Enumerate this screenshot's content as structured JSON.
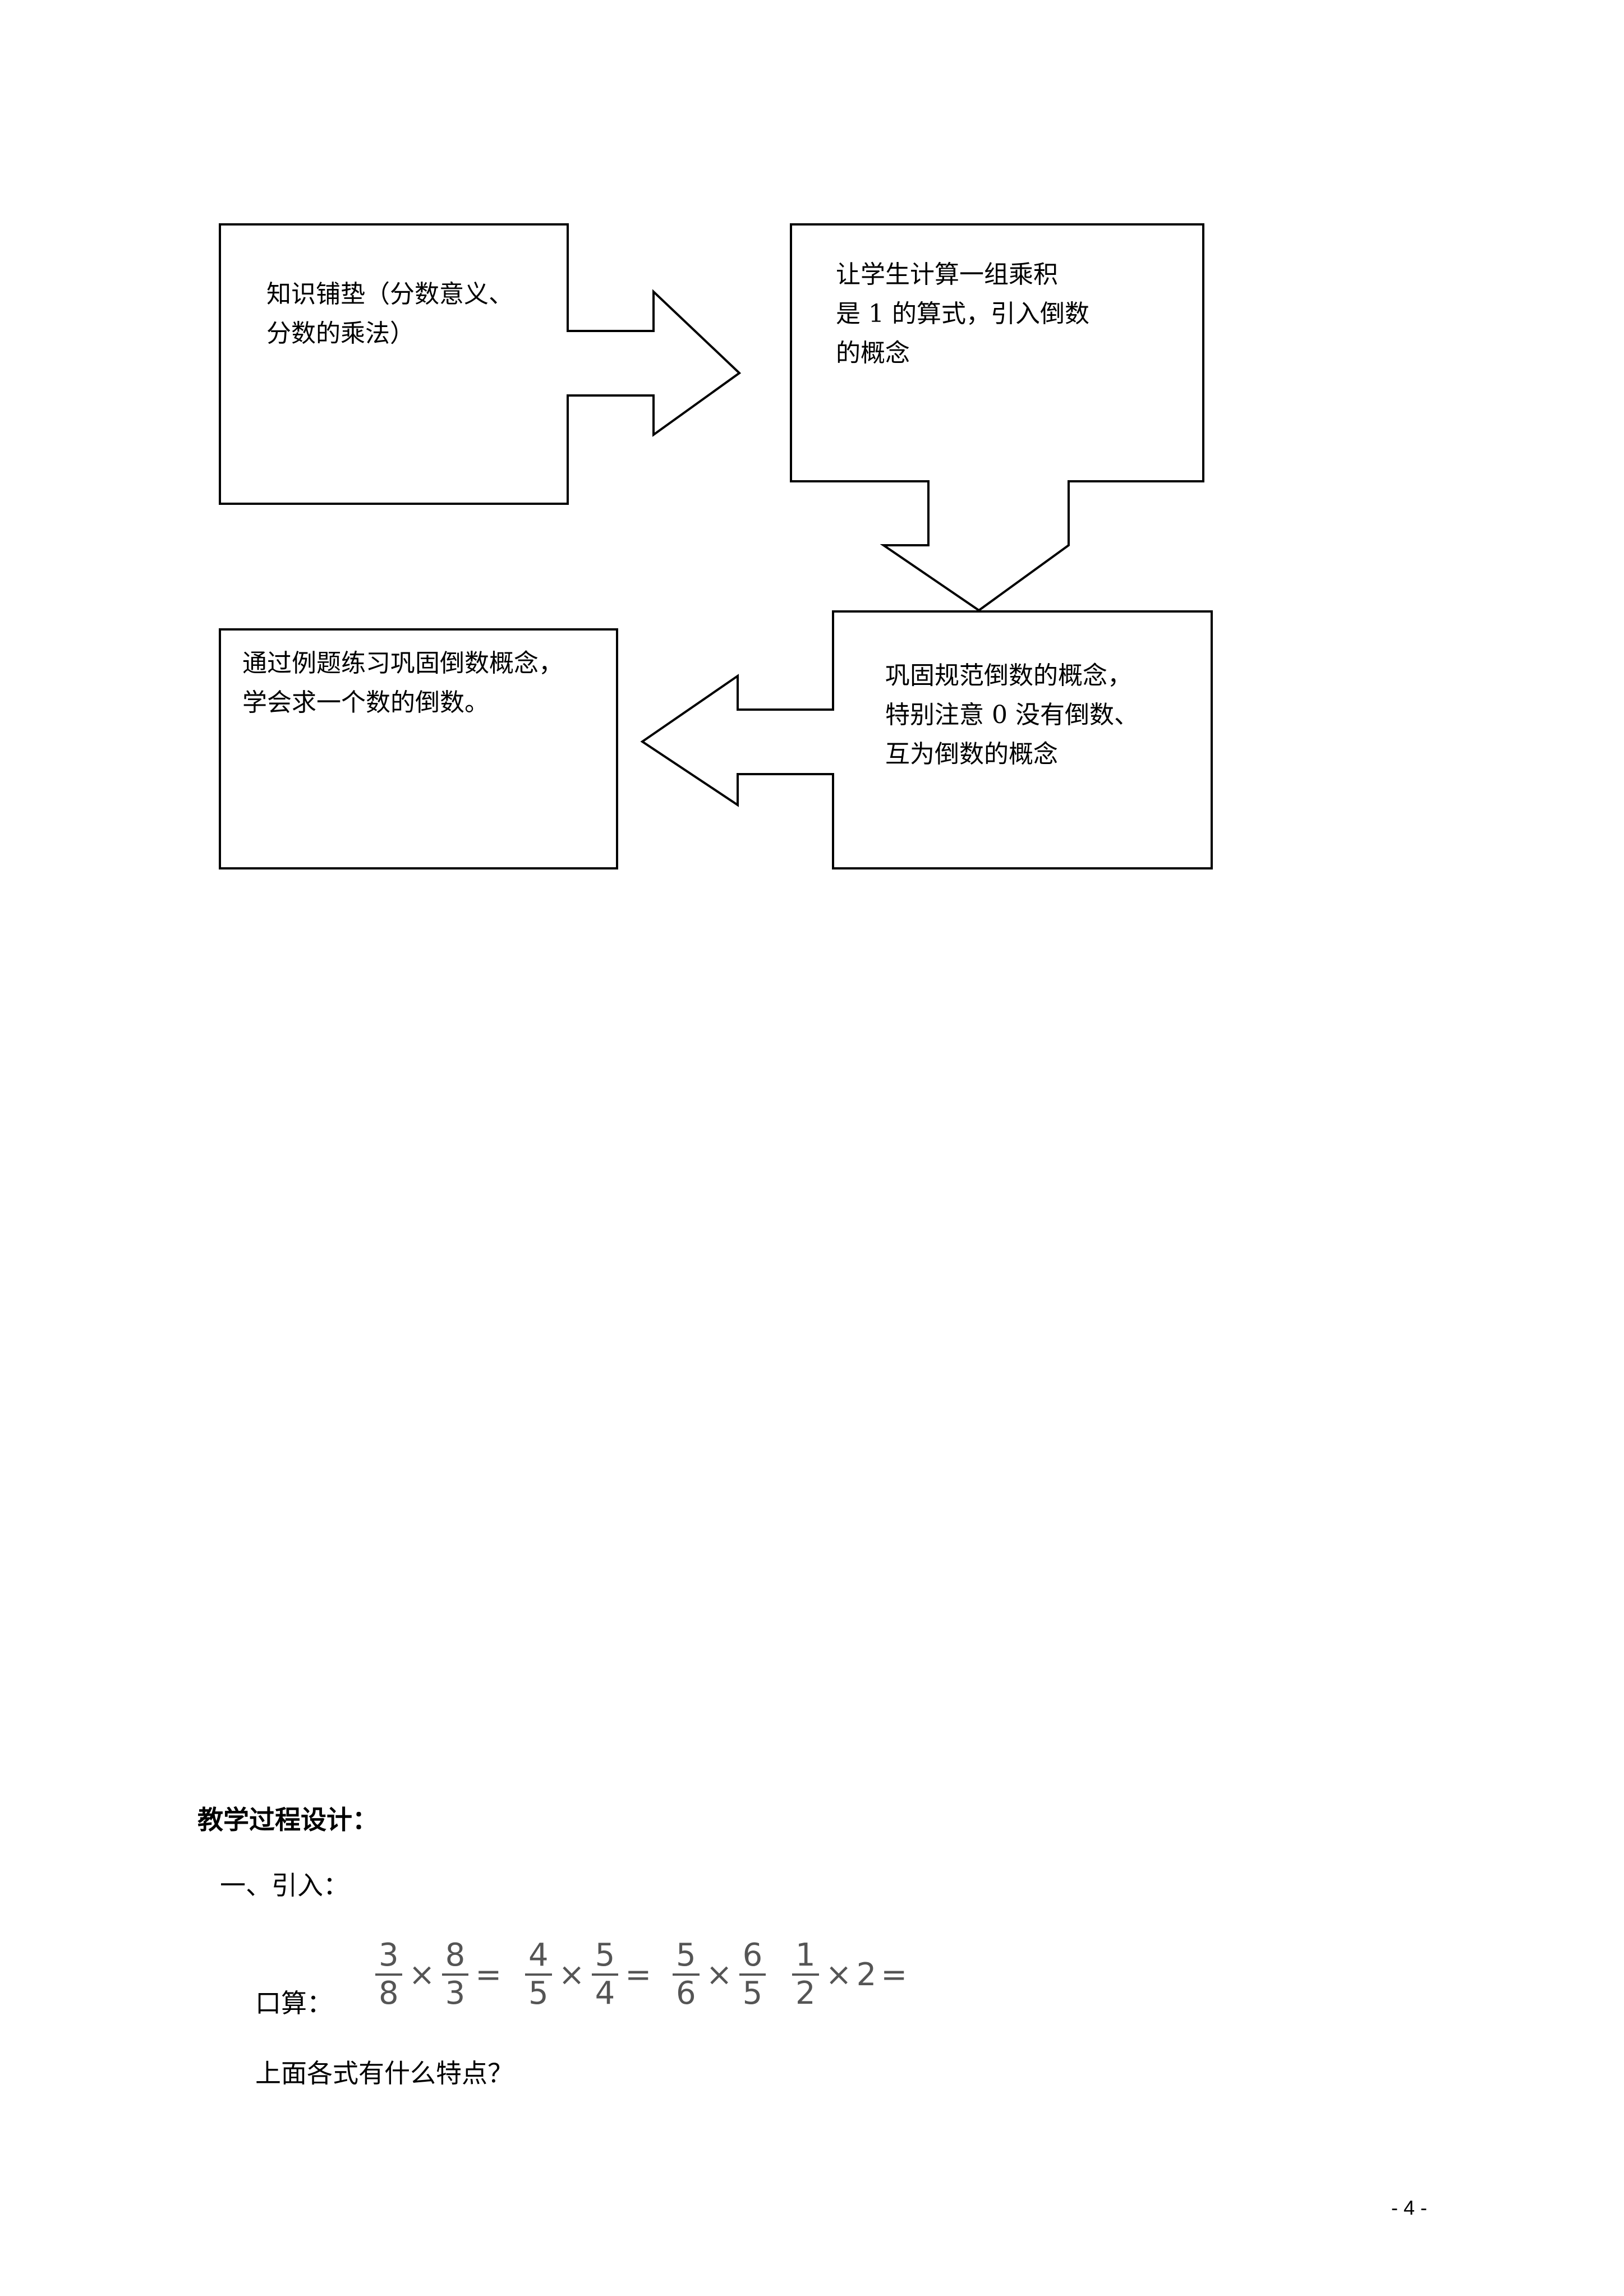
{
  "flowchart": {
    "step1": {
      "lines": [
        "知识铺垫（分数意义、",
        "分数的乘法）"
      ]
    },
    "step2": {
      "lines": [
        "让学生计算一组乘积",
        "是 1  的算式，引入倒数",
        "的概念"
      ]
    },
    "step3": {
      "lines": [
        "巩固规范倒数的概念，",
        "特别注意 0 没有倒数、",
        "互为倒数的概念"
      ]
    },
    "step4": {
      "lines": [
        "通过例题练习巩固倒数概念，",
        "学会求一个数的倒数。"
      ]
    }
  },
  "heading": "教学过程设计：",
  "section_intro": "一、引入：",
  "oral_label": "口算：",
  "expressions": [
    {
      "a_num": "3",
      "a_den": "8",
      "op": "×",
      "b_num": "8",
      "b_den": "3",
      "eq": "="
    },
    {
      "a_num": "4",
      "a_den": "5",
      "op": "×",
      "b_num": "5",
      "b_den": "4",
      "eq": "="
    },
    {
      "a_num": "5",
      "a_den": "6",
      "op": "×",
      "b_num": "6",
      "b_den": "5",
      "eq": ""
    },
    {
      "a_num": "1",
      "a_den": "2",
      "op": "×",
      "b_int": "2",
      "eq": "="
    }
  ],
  "question": "上面各式有什么特点？",
  "page_number": "- 4 -"
}
